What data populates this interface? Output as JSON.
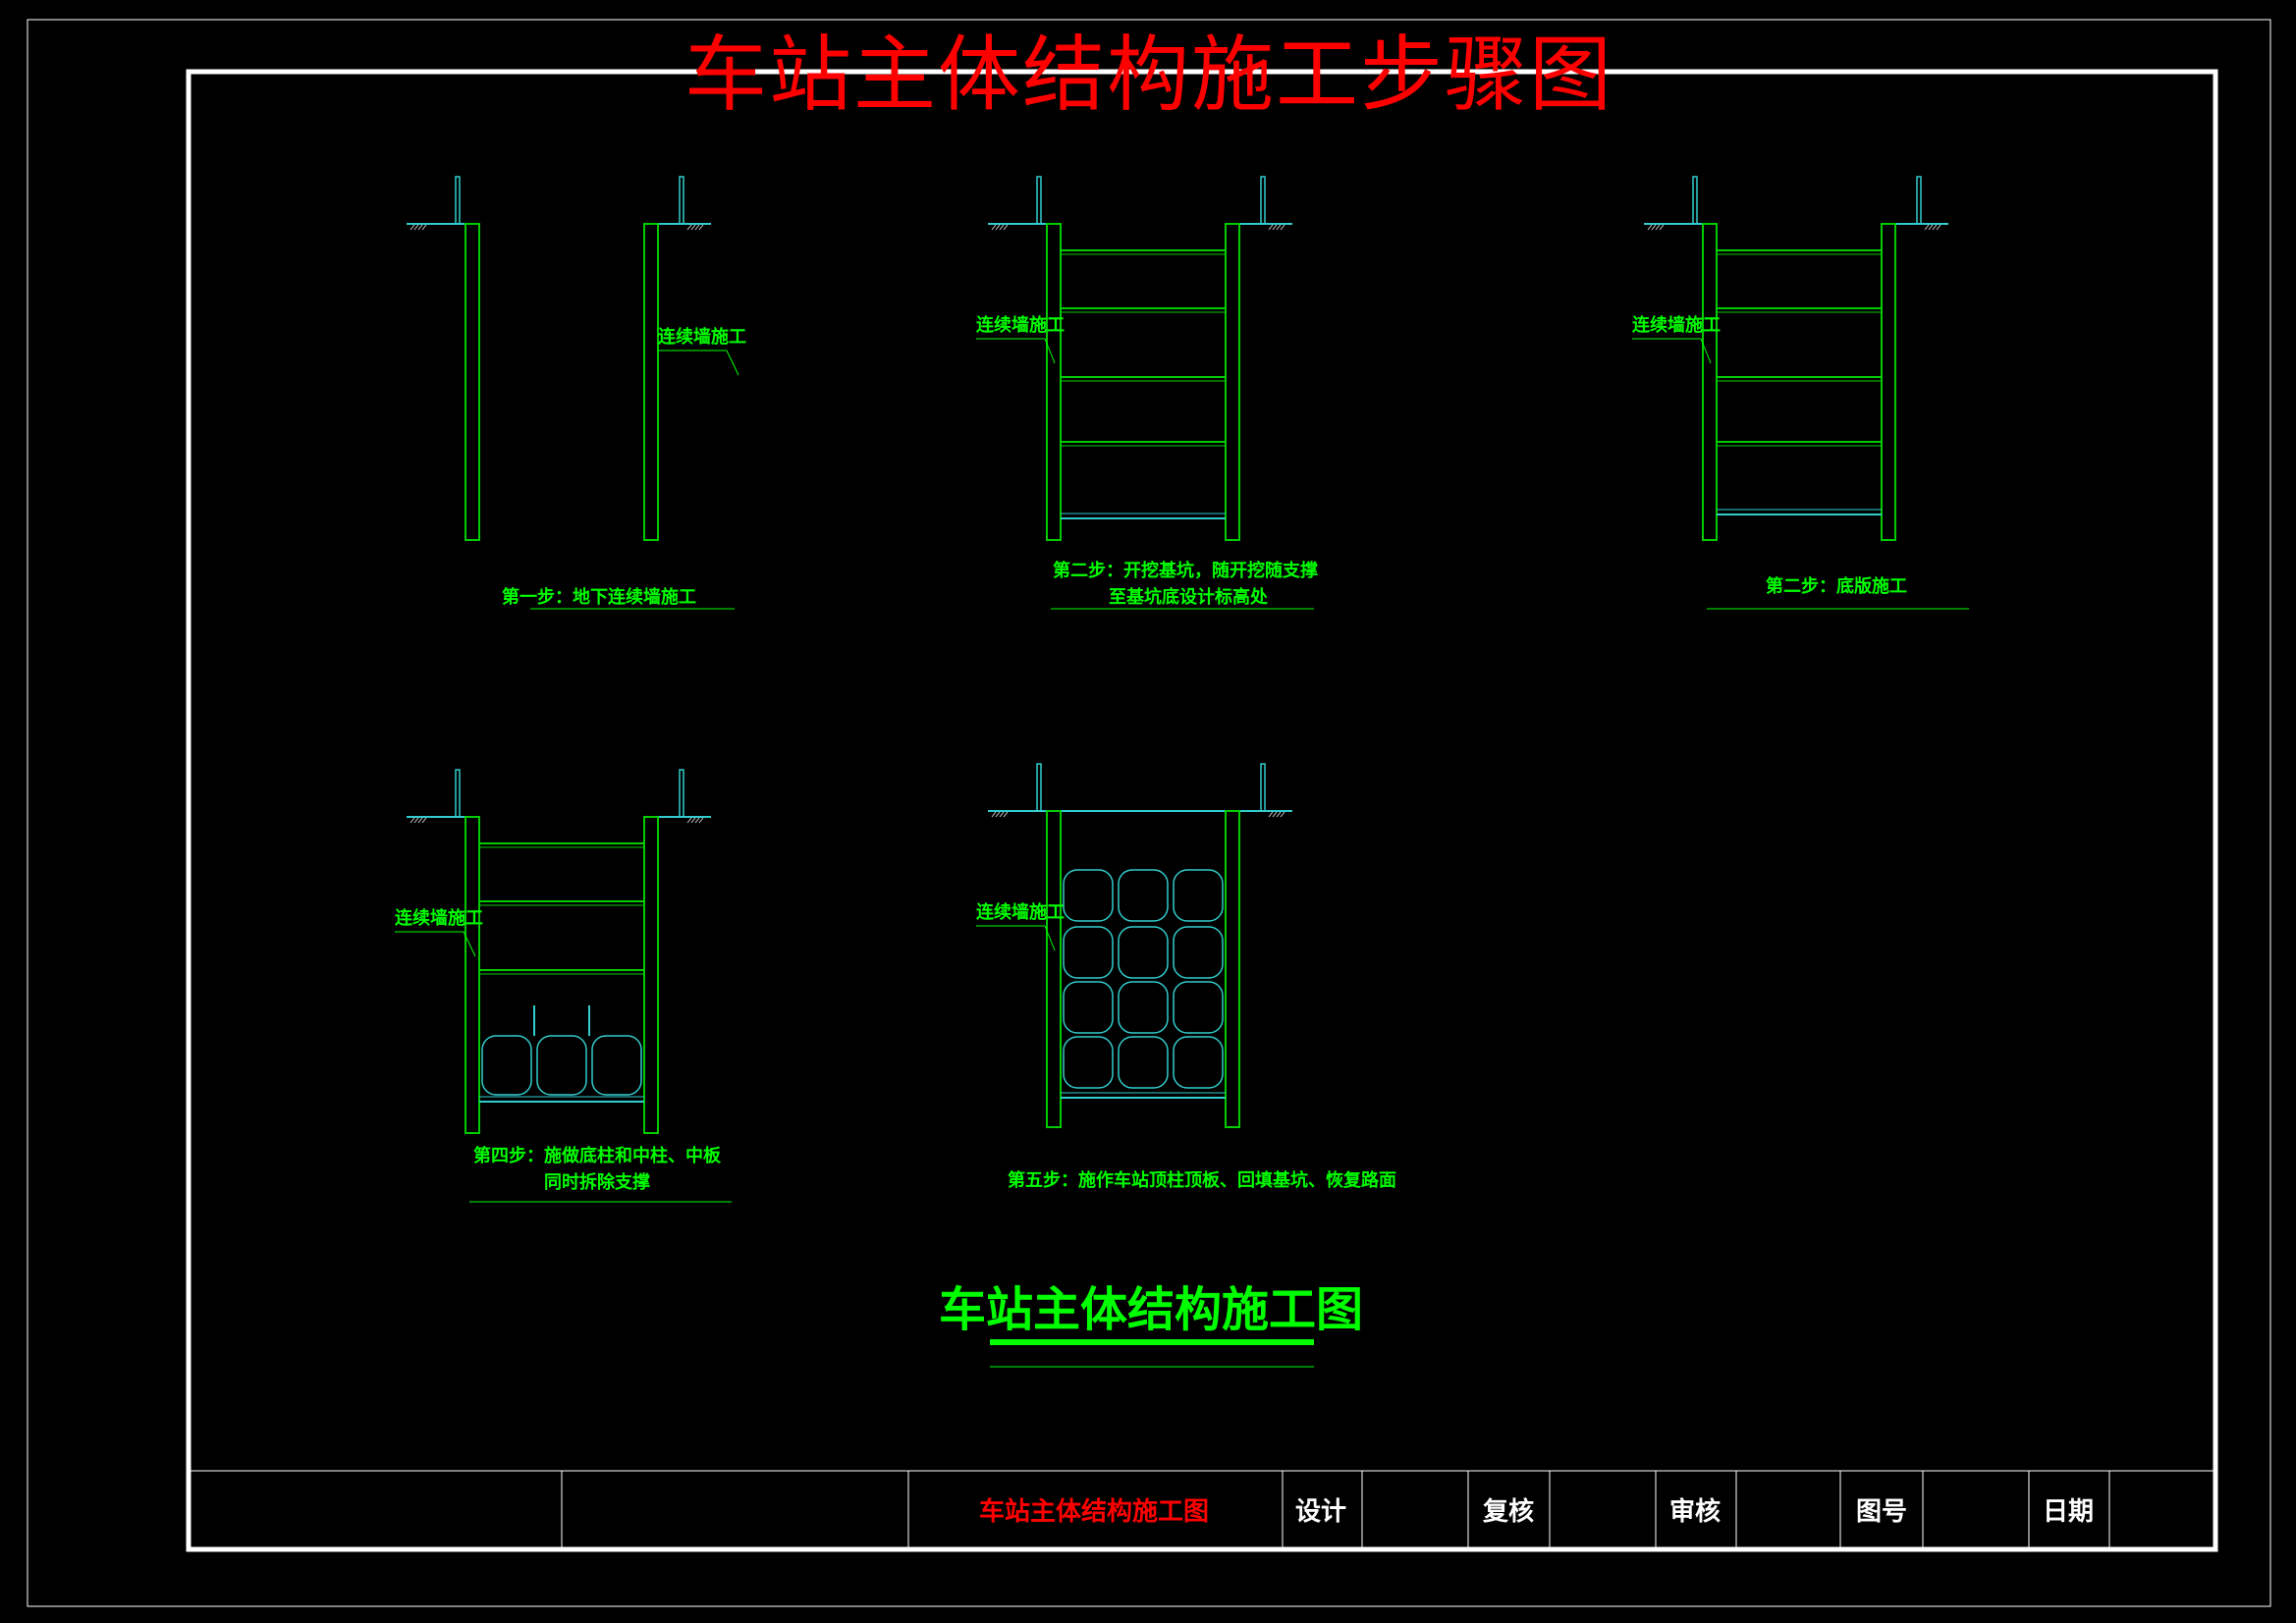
{
  "main_title": "车站主体结构施工步骤图",
  "sub_title": "车站主体结构施工图",
  "wall_label": "连续墙施工",
  "steps": [
    {
      "caption_1": "第一步：地下连续墙施工",
      "caption_2": ""
    },
    {
      "caption_1": "第二步：开挖基坑，随开挖随支撑",
      "caption_2": "至基坑底设计标高处"
    },
    {
      "caption_1": "第二步：底版施工",
      "caption_2": ""
    },
    {
      "caption_1": "第四步：施做底柱和中柱、中板",
      "caption_2": "同时拆除支撑"
    },
    {
      "caption_1": "第五步：施作车站顶柱顶板、回填基坑、恢复路面",
      "caption_2": ""
    }
  ],
  "title_block": {
    "drawing_name": "车站主体结构施工图",
    "design": "设计",
    "check": "复核",
    "review": "审核",
    "drawing_no": "图号",
    "date": "日期"
  },
  "colors": {
    "background": "#000000",
    "frame": "#ffffff",
    "title_red": "#ff0000",
    "label_green": "#00ff00",
    "wall_green": "#00cc00",
    "ground_cyan": "#33cccc"
  }
}
